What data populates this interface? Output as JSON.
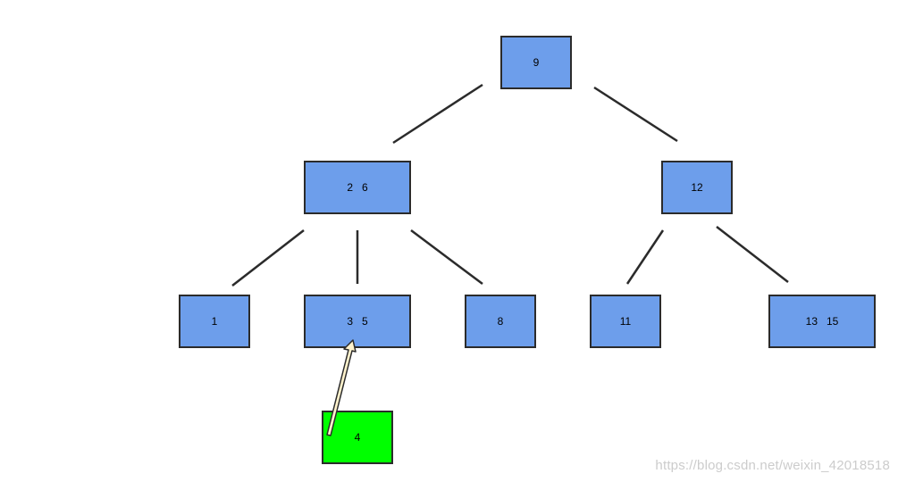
{
  "tree": {
    "root": {
      "keys": [
        "9"
      ]
    },
    "level1": [
      {
        "keys": [
          "2",
          "6"
        ]
      },
      {
        "keys": [
          "12"
        ]
      }
    ],
    "level2": [
      {
        "keys": [
          "1"
        ]
      },
      {
        "keys": [
          "3",
          "5"
        ]
      },
      {
        "keys": [
          "8"
        ]
      },
      {
        "keys": [
          "11"
        ]
      },
      {
        "keys": [
          "13",
          "15"
        ]
      }
    ],
    "new_node": {
      "keys": [
        "4"
      ]
    }
  },
  "colors": {
    "node_fill": "#6d9eeb",
    "new_node_fill": "#00ff00",
    "border": "#2b2b2b",
    "edge": "#2b2b2b",
    "arrow_fill": "#fff2cc"
  },
  "watermark": "https://blog.csdn.net/weixin_42018518"
}
